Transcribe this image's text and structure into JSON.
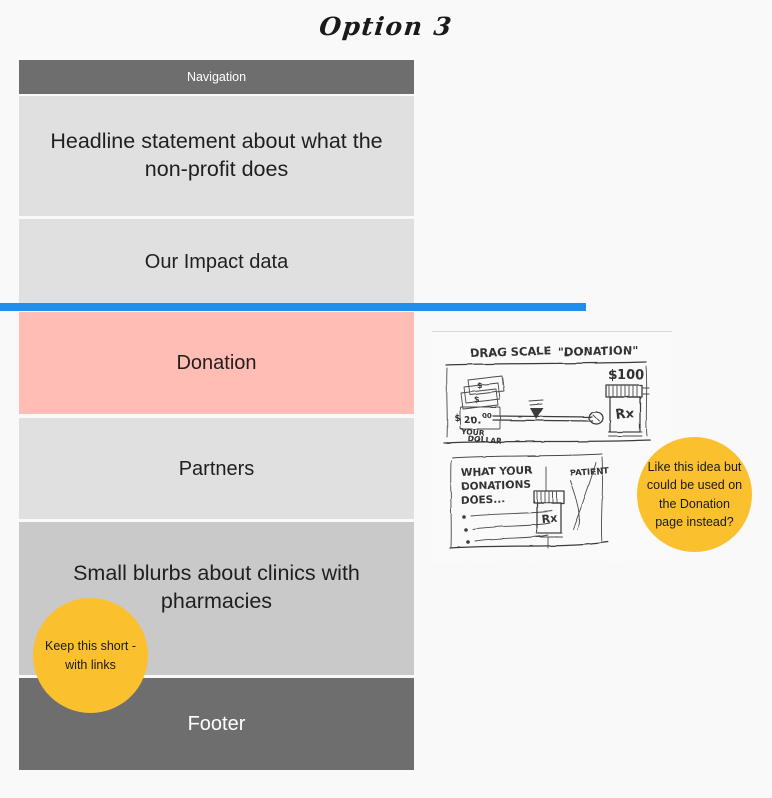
{
  "page": {
    "title": "Option 3",
    "background_color": "#f9f9f9"
  },
  "colors": {
    "nav_footer_gray": "#6e6e6e",
    "light_gray": "#e0e0e0",
    "medium_gray": "#c9c9c9",
    "donation_pink": "#ffbdb5",
    "divider_blue": "#1e8ef1",
    "annotation_yellow": "#fbc02d",
    "text_dark": "#1f1f1f",
    "text_light": "#ffffff"
  },
  "wireframe": {
    "blocks": [
      {
        "id": "navigation",
        "label": "Navigation"
      },
      {
        "id": "headline",
        "label": "Headline statement about what the non-profit does"
      },
      {
        "id": "impact",
        "label": "Our Impact data"
      },
      {
        "id": "donation",
        "label": "Donation"
      },
      {
        "id": "partners",
        "label": "Partners"
      },
      {
        "id": "blurbs",
        "label": "Small blurbs about clinics with pharmacies"
      },
      {
        "id": "footer",
        "label": "Footer"
      }
    ]
  },
  "annotations": [
    {
      "id": "keep-short",
      "text": "Keep this short - with links"
    },
    {
      "id": "donation-page",
      "text": "Like this idea but could be used on the Donation page instead?"
    }
  ],
  "sketch": {
    "top_panel": {
      "heading": "DRAG SCALE  \"DONATION\"",
      "slider_value": "$20.00",
      "slider_caption": "YOUR DOLLAR",
      "price_label": "$100",
      "bottle_label": "Rx",
      "bill_label": "$"
    },
    "bottom_panel": {
      "heading": "WHAT YOUR DONATIONS DOES...",
      "bullet_count": 3,
      "bottle_label": "Rx",
      "patient_label": "PATIENT"
    }
  }
}
